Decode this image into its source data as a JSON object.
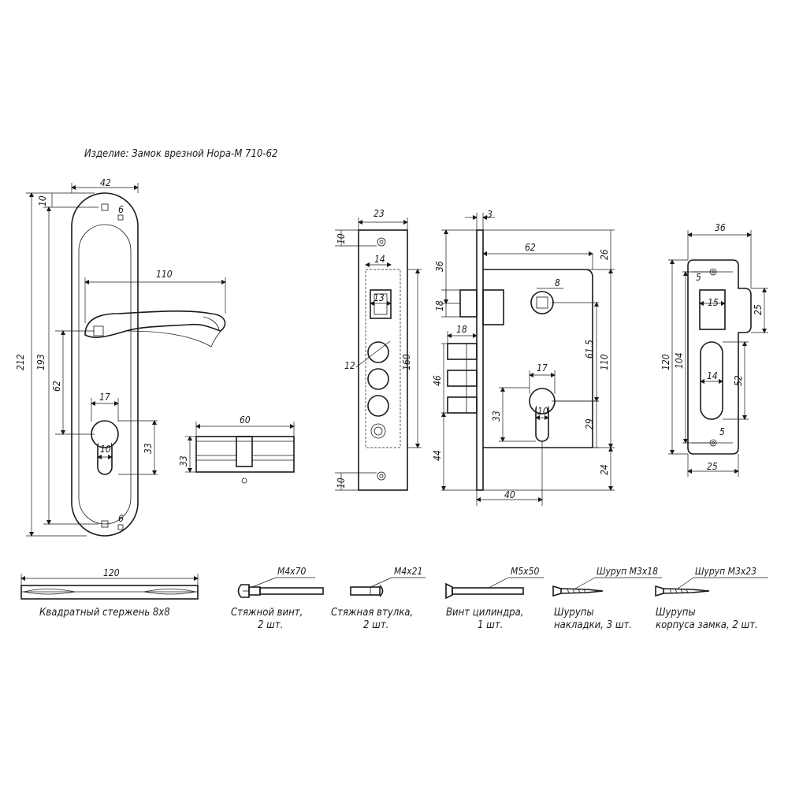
{
  "title": "Изделие: Замок врезной Нора-М 710-62",
  "handle": {
    "dim_width": "42",
    "dim_top": "10",
    "dim_hole_top": "6",
    "dim_lever": "110",
    "dim_total": "212",
    "dim_inner": "193",
    "dim_62": "62",
    "dim_17": "17",
    "dim_10": "10",
    "dim_33": "33",
    "dim_hole_bottom": "6"
  },
  "cylinder": {
    "dim_length": "60",
    "dim_height": "33"
  },
  "faceplate": {
    "dim_width": "23",
    "dim_top": "10",
    "dim_14": "14",
    "dim_13": "13",
    "dim_12": "12",
    "dim_160": "160",
    "dim_bottom": "10"
  },
  "lockbody": {
    "dim_3": "3",
    "dim_62": "62",
    "dim_26": "26",
    "dim_36": "36",
    "dim_8": "8",
    "dim_18a": "18",
    "dim_18b": "18",
    "dim_61_5": "61.5",
    "dim_110": "110",
    "dim_17": "17",
    "dim_46": "46",
    "dim_33": "33",
    "dim_10": "10",
    "dim_29": "29",
    "dim_44": "44",
    "dim_24": "24",
    "dim_40": "40"
  },
  "strike": {
    "dim_36": "36",
    "dim_5a": "5",
    "dim_25a": "25",
    "dim_15": "15",
    "dim_120": "120",
    "dim_104": "104",
    "dim_14": "14",
    "dim_52": "52",
    "dim_5b": "5",
    "dim_25b": "25"
  },
  "parts": {
    "spindle": {
      "dim": "120",
      "caption": "Квадратный стержень 8x8"
    },
    "screw1": {
      "spec": "М4х70",
      "caption_1": "Стяжной винт,",
      "caption_2": "2 шт."
    },
    "screw2": {
      "spec": "М4х21",
      "caption_1": "Стяжная втулка,",
      "caption_2": "2 шт."
    },
    "screw3": {
      "spec": "М5х50",
      "caption_1": "Винт цилиндра,",
      "caption_2": "1 шт."
    },
    "screw4": {
      "spec": "Шуруп М3х18",
      "caption_1": "Шурупы",
      "caption_2": "накладки, 3 шт."
    },
    "screw5": {
      "spec": "Шуруп М3х23",
      "caption_1": "Шурупы",
      "caption_2": "корпуса замка, 2 шт."
    }
  }
}
